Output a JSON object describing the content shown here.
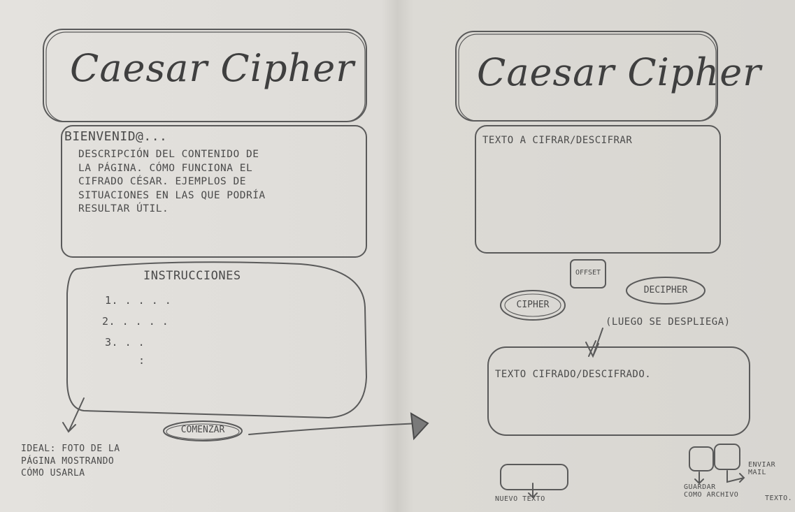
{
  "left_page": {
    "title": "Caesar Cipher",
    "welcome_heading": "Bienvenid@...",
    "welcome_body": "Descripción del contenido de\nla página. Cómo funciona el\ncifrado César. Ejemplos de\nsituaciones en las que podría\nresultar útil.",
    "instructions_heading": "Instrucciones",
    "instructions_items": [
      "1. . . . .",
      "2. . . . .",
      "3. . .",
      ":"
    ],
    "start_button": "Comenzar",
    "note": "Ideal: foto de la\npágina mostrando\ncómo usarla"
  },
  "right_page": {
    "title": "Caesar Cipher",
    "input_placeholder": "Texto a cifrar/descifrar",
    "offset_label": "offset",
    "cipher_button": "Cipher",
    "decipher_button": "Decipher",
    "reveal_note": "(luego se despliega)",
    "output_placeholder": "Texto cifrado/descifrado.",
    "new_text_label": "Nuevo texto",
    "save_label": "Guardar\ncomo archivo",
    "send_label": "Enviar\nmail",
    "texto_tail": "texto."
  }
}
